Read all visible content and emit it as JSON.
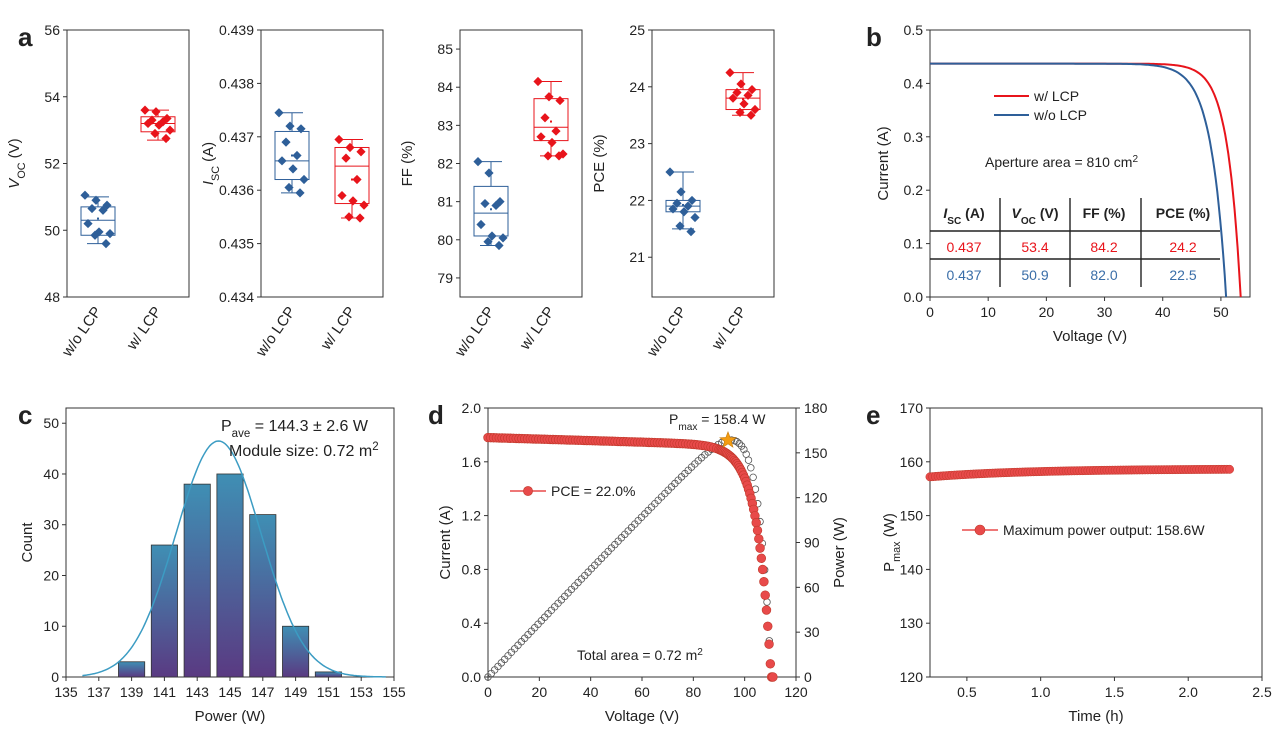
{
  "panels": {
    "a": "a",
    "b": "b",
    "c": "c",
    "d": "d",
    "e": "e"
  },
  "colors": {
    "red": "#e8141b",
    "blue": "#2e5f99",
    "teal": "#3f8fb4",
    "purple": "#5a3a82",
    "fitline": "#3c9cc3",
    "marker_red": "#e84a4a",
    "star": "#f39c12",
    "table_red": "#e8141b",
    "table_blue": "#3a6ea8"
  },
  "chart_data": [
    {
      "panel": "a",
      "type": "box",
      "ylabel_main": "V",
      "ylabel_sub": "OC",
      "ylabel_unit": " (V)",
      "ylim": [
        48,
        56
      ],
      "yticks": [
        "48",
        "50",
        "52",
        "54",
        "56"
      ],
      "categories": [
        "w/o LCP",
        "w/ LCP"
      ],
      "boxes": [
        {
          "name": "w/o LCP",
          "q1": 49.85,
          "median": 50.3,
          "q3": 50.7,
          "min": 49.6,
          "max": 51.0,
          "mean": 50.35,
          "points": [
            51.05,
            50.9,
            50.75,
            50.65,
            50.6,
            50.2,
            49.95,
            49.9,
            49.85,
            49.6
          ]
        },
        {
          "name": "w/ LCP",
          "q1": 52.95,
          "median": 53.2,
          "q3": 53.4,
          "min": 52.7,
          "max": 53.6,
          "mean": 53.2,
          "points": [
            53.6,
            53.55,
            53.35,
            53.3,
            53.25,
            53.2,
            53.15,
            53.0,
            52.9,
            52.75
          ]
        }
      ]
    },
    {
      "panel": "a",
      "type": "box",
      "ylabel_main": "I",
      "ylabel_sub": "SC",
      "ylabel_unit": " (A)",
      "ylim": [
        0.434,
        0.439
      ],
      "yticks": [
        "0.434",
        "0.435",
        "0.436",
        "0.437",
        "0.438",
        "0.439"
      ],
      "categories": [
        "w/o LCP",
        "w/ LCP"
      ],
      "boxes": [
        {
          "name": "w/o LCP",
          "q1": 0.4362,
          "median": 0.43655,
          "q3": 0.4371,
          "min": 0.43595,
          "max": 0.43745,
          "mean": 0.43665,
          "points": [
            0.43745,
            0.4372,
            0.43715,
            0.4369,
            0.43665,
            0.43655,
            0.4364,
            0.4362,
            0.43605,
            0.43595
          ]
        },
        {
          "name": "w/ LCP",
          "q1": 0.43575,
          "median": 0.43645,
          "q3": 0.4368,
          "min": 0.43548,
          "max": 0.43695,
          "mean": 0.4362,
          "points": [
            0.43695,
            0.4368,
            0.43672,
            0.4366,
            0.4362,
            0.4359,
            0.4358,
            0.43572,
            0.4355,
            0.43548
          ]
        }
      ]
    },
    {
      "panel": "a",
      "type": "box",
      "ylabel_main": "FF (%)",
      "ylabel_sub": "",
      "ylabel_unit": "",
      "ylim": [
        78.5,
        85.5
      ],
      "yticks": [
        "79",
        "80",
        "81",
        "82",
        "83",
        "84",
        "85"
      ],
      "categories": [
        "w/o LCP",
        "w/ LCP"
      ],
      "boxes": [
        {
          "name": "w/o LCP",
          "q1": 80.1,
          "median": 80.7,
          "q3": 81.4,
          "min": 79.85,
          "max": 82.05,
          "mean": 80.8,
          "points": [
            82.05,
            81.75,
            81.0,
            80.95,
            80.9,
            80.4,
            80.1,
            80.05,
            79.95,
            79.85
          ]
        },
        {
          "name": "w/ LCP",
          "q1": 82.6,
          "median": 82.95,
          "q3": 83.7,
          "min": 82.2,
          "max": 84.15,
          "mean": 83.1,
          "points": [
            84.15,
            83.75,
            83.65,
            83.2,
            82.85,
            82.7,
            82.55,
            82.25,
            82.2,
            82.2
          ]
        }
      ]
    },
    {
      "panel": "a",
      "type": "box",
      "ylabel_main": "PCE (%)",
      "ylabel_sub": "",
      "ylabel_unit": "",
      "ylim": [
        20.3,
        25
      ],
      "yticks": [
        "21",
        "22",
        "23",
        "24",
        "25"
      ],
      "categories": [
        "w/o LCP",
        "w/ LCP"
      ],
      "boxes": [
        {
          "name": "w/o LCP",
          "q1": 21.8,
          "median": 21.9,
          "q3": 22.0,
          "min": 21.5,
          "max": 22.5,
          "mean": 21.92,
          "points": [
            22.5,
            22.15,
            22.0,
            21.95,
            21.9,
            21.85,
            21.8,
            21.7,
            21.55,
            21.45
          ]
        },
        {
          "name": "w/ LCP",
          "q1": 23.6,
          "median": 23.8,
          "q3": 23.95,
          "min": 23.5,
          "max": 24.25,
          "mean": 23.78,
          "points": [
            24.25,
            24.05,
            23.95,
            23.9,
            23.85,
            23.8,
            23.7,
            23.6,
            23.55,
            23.5
          ]
        }
      ]
    },
    {
      "panel": "b",
      "type": "line",
      "xlabel": "Voltage (V)",
      "ylabel": "Current (A)",
      "xlim": [
        0,
        55
      ],
      "ylim": [
        0,
        0.5
      ],
      "xticks": [
        "0",
        "10",
        "20",
        "30",
        "40",
        "50"
      ],
      "yticks": [
        "0.0",
        "0.1",
        "0.2",
        "0.3",
        "0.4",
        "0.5"
      ],
      "series": [
        {
          "name": "w/ LCP",
          "voc": 53.4,
          "isc": 0.437,
          "ff_shape": 0.042
        },
        {
          "name": "w/o LCP",
          "voc": 50.9,
          "isc": 0.437,
          "ff_shape": 0.05
        }
      ],
      "annotation": "Aperture area = 810 cm",
      "annotation_sup": "2",
      "table": {
        "headers": [
          {
            "main": "I",
            "sub": "SC",
            "rest": " (A)"
          },
          {
            "main": "V",
            "sub": "OC",
            "rest": " (V)"
          },
          {
            "main": "FF (%)",
            "sub": "",
            "rest": ""
          },
          {
            "main": "PCE (%)",
            "sub": "",
            "rest": ""
          }
        ],
        "rows": [
          [
            "0.437",
            "53.4",
            "84.2",
            "24.2"
          ],
          [
            "0.437",
            "50.9",
            "82.0",
            "22.5"
          ]
        ]
      }
    },
    {
      "panel": "c",
      "type": "bar",
      "xlabel": "Power (W)",
      "ylabel": "Count",
      "xlim": [
        135,
        155
      ],
      "ylim": [
        0,
        53
      ],
      "xticks": [
        "135",
        "137",
        "139",
        "141",
        "143",
        "145",
        "147",
        "149",
        "151",
        "153",
        "155"
      ],
      "yticks": [
        "0",
        "10",
        "20",
        "30",
        "40",
        "50"
      ],
      "categories": [
        139,
        141,
        143,
        145,
        147,
        149,
        151
      ],
      "values": [
        3,
        26,
        38,
        40,
        32,
        10,
        1
      ],
      "fit": {
        "mean": 144.3,
        "sigma": 2.6,
        "peak": 46.5
      },
      "annotation1_main": "P",
      "annotation1_sub": "ave",
      "annotation1_rest": " = 144.3 ± 2.6 W",
      "annotation2": "Module size: 0.72 m",
      "annotation2_sup": "2"
    },
    {
      "panel": "d",
      "type": "line",
      "xlabel": "Voltage (V)",
      "ylabel": "Current (A)",
      "ylabel2": "Power (W)",
      "xlim": [
        0,
        120
      ],
      "ylim": [
        0,
        2.0
      ],
      "ylim2": [
        0,
        180
      ],
      "xticks": [
        "0",
        "20",
        "40",
        "60",
        "80",
        "100",
        "120"
      ],
      "yticks": [
        "0.0",
        "0.4",
        "0.8",
        "1.2",
        "1.6",
        "2.0"
      ],
      "yticks2": [
        "0",
        "30",
        "60",
        "90",
        "120",
        "150",
        "180"
      ],
      "series": [
        {
          "name": "PCE = 22.0%",
          "isc": 1.78,
          "voc": 110.5
        },
        {
          "name": "Power",
          "pmax": 158.4,
          "vmp": 93.5
        }
      ],
      "annotation_pmax_main": "P",
      "annotation_pmax_sub": "max",
      "annotation_pmax_rest": " = 158.4 W",
      "annotation_area": "Total area = 0.72 m",
      "annotation_area_sup": "2"
    },
    {
      "panel": "e",
      "type": "scatter",
      "xlabel": "Time (h)",
      "ylabel_main": "P",
      "ylabel_sub": "max",
      "ylabel_rest": " (W)",
      "xlim": [
        0.25,
        2.5
      ],
      "ylim": [
        120,
        170
      ],
      "xticks": [
        "0.5",
        "1.0",
        "1.5",
        "2.0",
        "2.5"
      ],
      "yticks": [
        "120",
        "130",
        "140",
        "150",
        "160",
        "170"
      ],
      "series": [
        {
          "name": "Maximum power output: 158.6W",
          "start": 157.2,
          "end": 158.6,
          "t_start": 0.25,
          "t_end": 2.28
        }
      ]
    }
  ]
}
